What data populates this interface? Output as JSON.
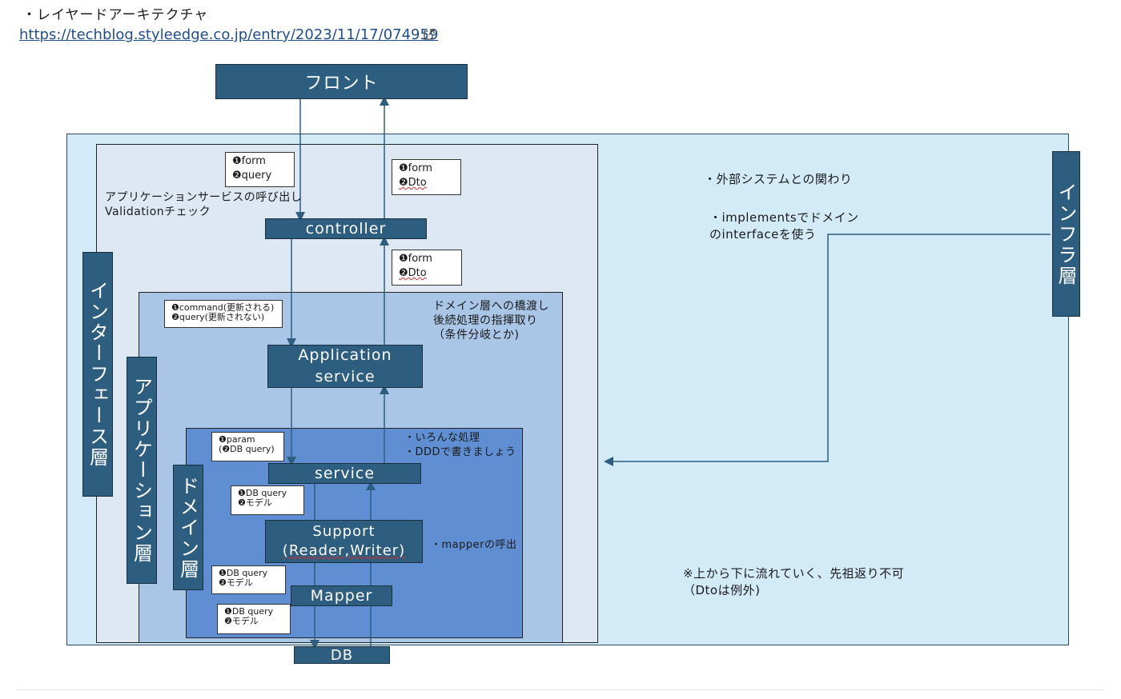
{
  "header": {
    "title": "・レイヤードアーキテクチャ",
    "link_text": "https://techblog.styleedge.co.jp/entry/2023/11/17/074959",
    "link_icon": "external-link-icon"
  },
  "diagram": {
    "boxes": {
      "front": "フロント",
      "controller": "controller",
      "application_service_line1": "Application",
      "application_service_line2": "service",
      "service": "service",
      "support_line1": "Support",
      "support_line2": "(Reader,Writer)",
      "mapper": "Mapper",
      "db": "DB"
    },
    "layers": {
      "interface": "インターフェース層",
      "application": "アプリケーション層",
      "domain": "ドメイン層",
      "infra": "インフラ層"
    },
    "notes": {
      "front_to_controller": [
        "❶form",
        "❷query"
      ],
      "controller_to_front": [
        "❶form",
        "❷Dto"
      ],
      "app_to_controller": [
        "❶form",
        "❷Dto"
      ],
      "controller_to_app": [
        "❶command(更新される)",
        "❷query(更新されない)"
      ],
      "app_to_service": [
        "❶param",
        "(❷DB query)"
      ],
      "service_to_support": [
        "❶DB query",
        "❷モデル"
      ],
      "support_to_mapper": [
        "❶DB query",
        "❷モデル"
      ],
      "mapper_to_db": [
        "❶DB query",
        "❷モデル"
      ]
    },
    "descriptions": {
      "interface_desc": [
        "アプリケーションサービスの呼び出し",
        "Validationチェック"
      ],
      "application_desc": [
        "ドメイン層への橋渡し",
        "後続処理の指揮取り",
        "（条件分岐とか)"
      ],
      "domain_desc": [
        "・いろんな処理",
        "・DDDで書きましょう"
      ],
      "mapper_desc": "・mapperの呼出",
      "infra_desc1": "・外部システムとの関わり",
      "infra_desc2": [
        "・implementsでドメイン",
        "のinterfaceを使う"
      ],
      "rule_note": [
        "※上から下に流れていく、先祖返り不可",
        "（Dtoは例外)"
      ]
    },
    "colors": {
      "box_fill": "#2d5e7f",
      "infra_bg": "#d3eaf7",
      "interface_bg": "#dde8f3",
      "application_bg": "#a9c6e6",
      "domain_bg": "#5f8fd2",
      "link": "#1f4e8c"
    }
  }
}
